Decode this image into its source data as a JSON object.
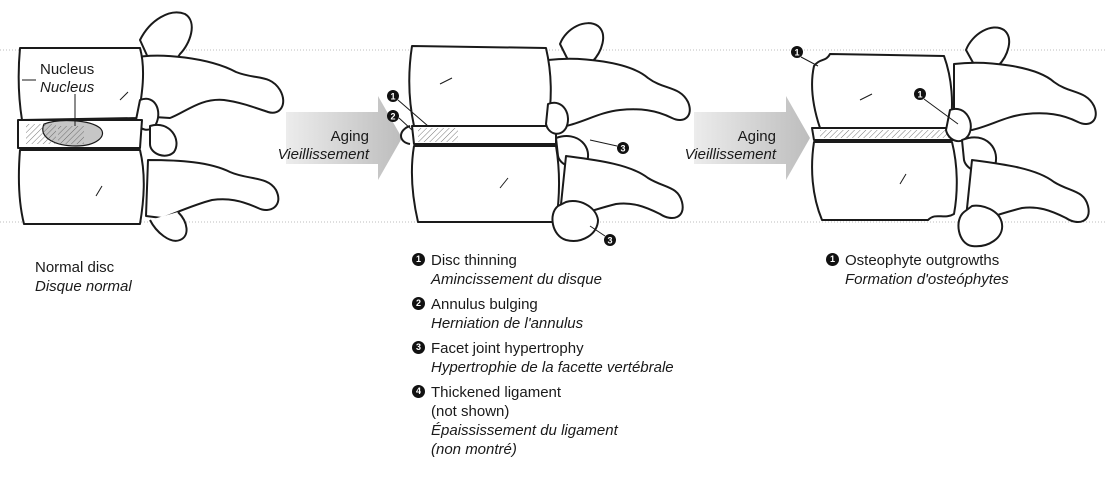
{
  "stage1": {
    "nucleus_en": "Nucleus",
    "nucleus_fr": "Nucleus",
    "caption_en": "Normal disc",
    "caption_fr": "Disque normal"
  },
  "arrow1": {
    "en": "Aging",
    "fr": "Vieillissement"
  },
  "arrow2": {
    "en": "Aging",
    "fr": "Vieillissement"
  },
  "stage2": {
    "legend": [
      {
        "num": "1",
        "en": "Disc thinning",
        "fr": "Amincissement du disque"
      },
      {
        "num": "2",
        "en": "Annulus bulging",
        "fr": "Herniation de l'annulus"
      },
      {
        "num": "3",
        "en": "Facet joint hypertrophy",
        "fr": "Hypertrophie de la facette vertébrale"
      },
      {
        "num": "4",
        "en": "Thickened ligament",
        "en2": "(not shown)",
        "fr": "Épaississement du ligament",
        "fr2": "(non montré)"
      }
    ]
  },
  "stage3": {
    "legend": [
      {
        "num": "1",
        "en": "Osteophyte outgrowths",
        "fr": "Formation d'osteóphytes"
      }
    ]
  },
  "markers": {
    "m1": "1",
    "m2": "2",
    "m3": "3"
  },
  "colors": {
    "ink": "#1a1a1a",
    "arrow": "#c9c9c9",
    "disc_nucleus": "#bdbdbd",
    "guide": "#bcbcbc"
  }
}
